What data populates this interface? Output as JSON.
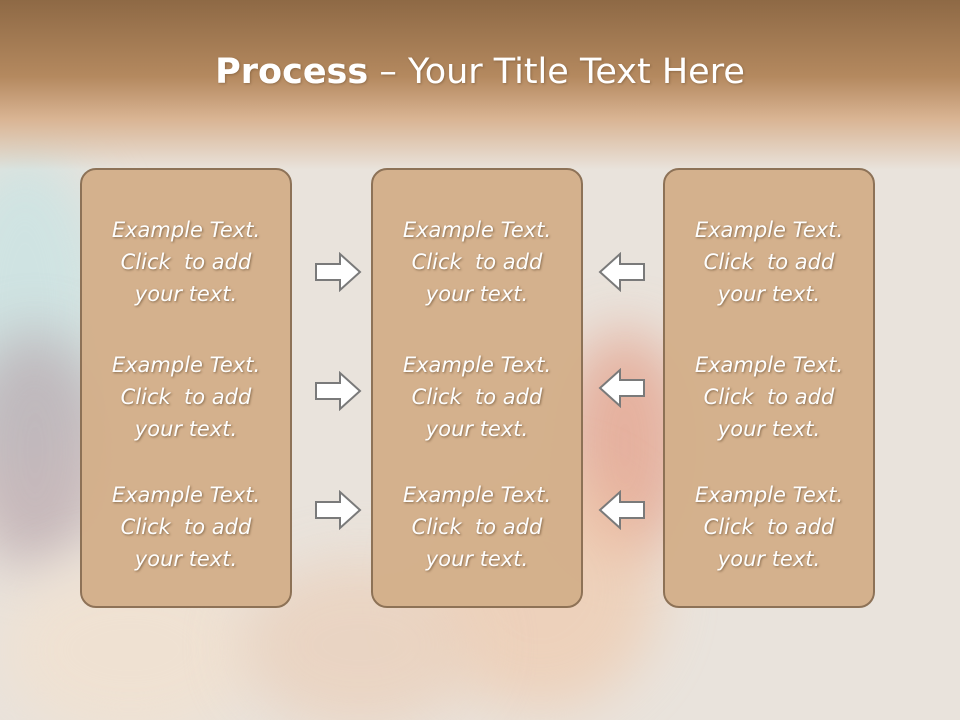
{
  "slide": {
    "title_bold": "Process",
    "title_rest": " – Your Title Text Here"
  },
  "columns": [
    {
      "items": [
        {
          "line1": "Example Text.",
          "line2": "Click  to add",
          "line3": "your text."
        },
        {
          "line1": "Example Text.",
          "line2": "Click  to add",
          "line3": "your text."
        },
        {
          "line1": "Example Text.",
          "line2": "Click  to add",
          "line3": "your text."
        }
      ]
    },
    {
      "items": [
        {
          "line1": "Example Text.",
          "line2": "Click  to add",
          "line3": "your text."
        },
        {
          "line1": "Example Text.",
          "line2": "Click  to add",
          "line3": "your text."
        },
        {
          "line1": "Example Text.",
          "line2": "Click  to add",
          "line3": "your text."
        }
      ]
    },
    {
      "items": [
        {
          "line1": "Example Text.",
          "line2": "Click  to add",
          "line3": "your text."
        },
        {
          "line1": "Example Text.",
          "line2": "Click  to add",
          "line3": "your text."
        },
        {
          "line1": "Example Text.",
          "line2": "Click  to add",
          "line3": "your text."
        }
      ]
    }
  ],
  "arrows": {
    "left_group": "arrow-right-icon",
    "right_group": "arrow-left-icon"
  },
  "colors": {
    "panel": "#d4b08b",
    "panel_border": "#8b6f53",
    "header_dark": "#8e6945",
    "arrow_fill": "#ffffff",
    "arrow_stroke": "#7a7a7a"
  }
}
